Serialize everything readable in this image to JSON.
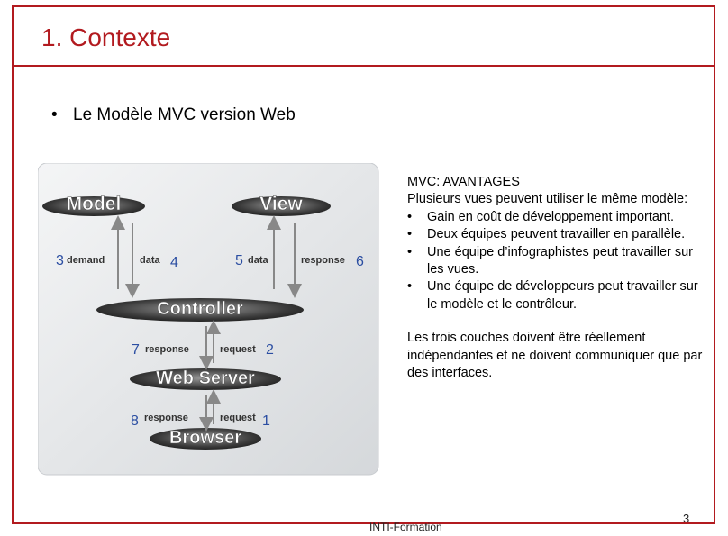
{
  "slide": {
    "title": "1. Contexte",
    "bullet": "Le Modèle MVC version Web",
    "footer": "INTI-Formation",
    "page_number": "3"
  },
  "diagram": {
    "layers": [
      "Model",
      "View",
      "Controller",
      "Web Server",
      "Browser"
    ],
    "left_arrows": {
      "n3": "3",
      "demand": "demand",
      "data_left": "data",
      "n4": "4",
      "n7": "7",
      "response_7": "response",
      "request_2": "request",
      "n2": "2",
      "n8": "8",
      "response_8": "response",
      "request_1": "request",
      "n1": "1"
    },
    "right_arrows": {
      "n5": "5",
      "data_right": "data",
      "response_6": "response",
      "n6": "6"
    }
  },
  "panel": {
    "heading": "MVC: AVANTAGES",
    "intro": "Plusieurs vues peuvent utiliser le même modèle:",
    "items": [
      "Gain en coût de développement important.",
      " Deux équipes peuvent travailler en parallèle.",
      "Une équipe d’infographistes peut travailler sur les vues.",
      "Une équipe de développeurs peut travailler sur le modèle et le contrôleur."
    ],
    "closing": "Les trois couches doivent être réellement indépendantes et ne doivent communiquer que par des interfaces."
  },
  "colors": {
    "accent": "#b21a1f",
    "number_blue": "#2b4ea2"
  }
}
